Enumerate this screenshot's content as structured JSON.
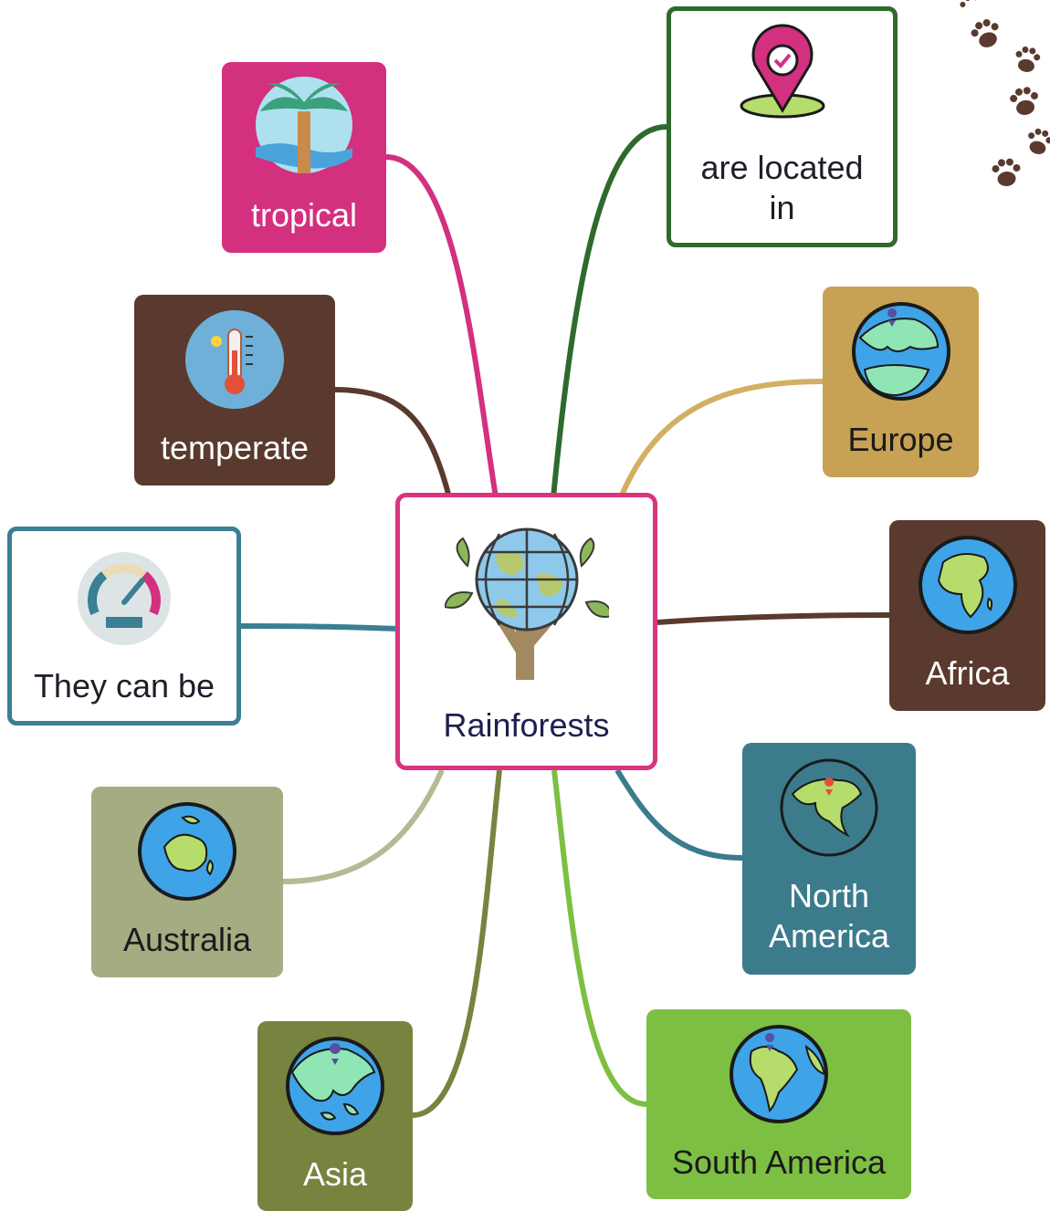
{
  "center": {
    "label": "Rainforests",
    "icon": "globe-tree-icon",
    "border_color": "#d9347d"
  },
  "nodes": {
    "tropical": {
      "label": "tropical",
      "icon": "palm-tree-icon",
      "color": "#d3307f"
    },
    "temperate": {
      "label": "temperate",
      "icon": "thermometer-icon",
      "color": "#5a3a2e"
    },
    "they_can": {
      "label": "They can be",
      "icon": "gauge-icon",
      "color": "#3a7f93"
    },
    "australia": {
      "label": "Australia",
      "icon": "globe-australia-icon",
      "color": "#a4ac82"
    },
    "asia": {
      "label": "Asia",
      "icon": "globe-asia-icon",
      "color": "#76843f"
    },
    "located": {
      "label_line1": "are located",
      "label_line2": "in",
      "icon": "location-pin-icon",
      "color": "#2f6a2d"
    },
    "europe": {
      "label": "Europe",
      "icon": "globe-europe-icon",
      "color": "#c7a154"
    },
    "africa": {
      "label": "Africa",
      "icon": "globe-africa-icon",
      "color": "#5a3a2e"
    },
    "north_america": {
      "label_line1": "North",
      "label_line2": "America",
      "icon": "globe-north-america-icon",
      "color": "#3b7b8c"
    },
    "south_america": {
      "label": "South America",
      "icon": "globe-south-america-icon",
      "color": "#7dbf42"
    }
  },
  "decoration": {
    "icon": "paw-prints-icon",
    "color": "#5a3a2e"
  }
}
